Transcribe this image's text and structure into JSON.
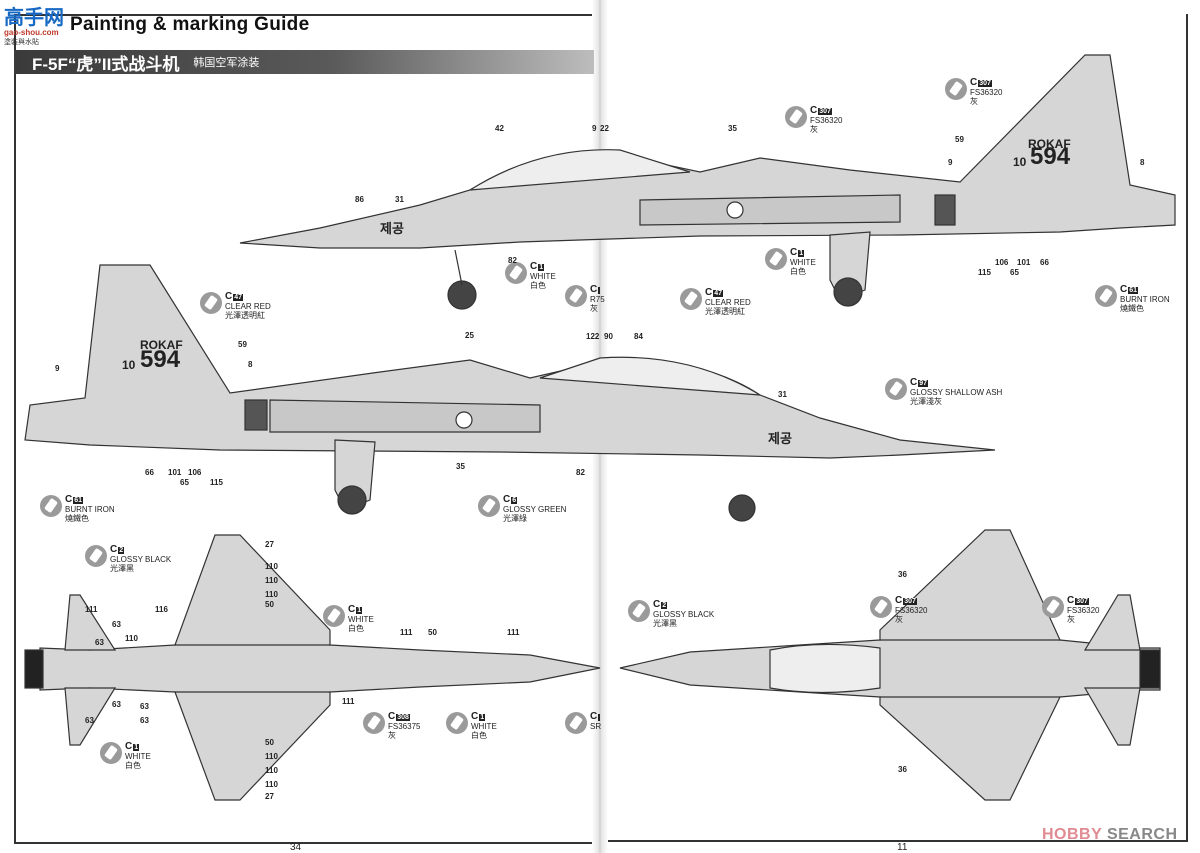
{
  "header": {
    "logo_text": "高手网",
    "logo_url": "gao-shou.com",
    "logo_sub": "塗裝與水貼",
    "title": "Painting & marking Guide",
    "banner_model": "F-5F“虎”II式战斗机",
    "banner_scheme": "韩国空军涂装"
  },
  "colors": {
    "banner": "#3a3a3a",
    "aircraft_fill": "#d6d6d6",
    "brush_icon": "#9a9a9a",
    "watermark_red": "#e08a92"
  },
  "markings": {
    "rokaf": "ROKAF",
    "serial_prefix": "10",
    "serial": "594",
    "nose_korean": "제공"
  },
  "paint_callouts": [
    {
      "code": "C",
      "num": "307",
      "name": "FS36320",
      "cn": "灰"
    },
    {
      "code": "C",
      "num": "307",
      "name": "FS36320",
      "cn": "灰"
    },
    {
      "code": "C",
      "num": "47",
      "name": "CLEAR RED",
      "cn": "光澤透明紅"
    },
    {
      "code": "C",
      "num": "1",
      "name": "WHITE",
      "cn": "白色"
    },
    {
      "code": "C",
      "num": "",
      "name": "R75",
      "cn": "灰"
    },
    {
      "code": "C",
      "num": "47",
      "name": "CLEAR RED",
      "cn": "光澤透明紅"
    },
    {
      "code": "C",
      "num": "1",
      "name": "WHITE",
      "cn": "白色"
    },
    {
      "code": "C",
      "num": "61",
      "name": "BURNT   IRON",
      "cn": "燒鐵色"
    },
    {
      "code": "C",
      "num": "97",
      "name": "GLOSSY SHALLOW ASH",
      "cn": "光澤淺灰"
    },
    {
      "code": "C",
      "num": "61",
      "name": "BURNT   IRON",
      "cn": "燒鐵色"
    },
    {
      "code": "C",
      "num": "6",
      "name": "GLOSSY GREEN",
      "cn": "光澤綠"
    },
    {
      "code": "C",
      "num": "2",
      "name": "GLOSSY BLACK",
      "cn": "光澤黑"
    },
    {
      "code": "C",
      "num": "1",
      "name": "WHITE",
      "cn": "白色"
    },
    {
      "code": "C",
      "num": "308",
      "name": "FS36375",
      "cn": "灰"
    },
    {
      "code": "C",
      "num": "1",
      "name": "WHITE",
      "cn": "白色"
    },
    {
      "code": "C",
      "num": "1",
      "name": "WHITE",
      "cn": "白色"
    },
    {
      "code": "C",
      "num": "",
      "name": "SR",
      "cn": ""
    },
    {
      "code": "C",
      "num": "2",
      "name": "GLOSSY BLACK",
      "cn": "光澤黑"
    },
    {
      "code": "C",
      "num": "307",
      "name": "FS36320",
      "cn": "灰"
    },
    {
      "code": "C",
      "num": "307",
      "name": "FS36320",
      "cn": "灰"
    }
  ],
  "part_numbers": [
    "42",
    "9",
    "22",
    "35",
    "86",
    "31",
    "82",
    "59",
    "9",
    "8",
    "106",
    "101",
    "65",
    "66",
    "115",
    "25",
    "122",
    "90",
    "84",
    "31",
    "59",
    "9",
    "8",
    "66",
    "101",
    "65",
    "106",
    "115",
    "35",
    "82",
    "27",
    "110",
    "110",
    "110",
    "50",
    "111",
    "116",
    "63",
    "110",
    "63",
    "111",
    "63",
    "63",
    "63",
    "111",
    "50",
    "111",
    "63",
    "50",
    "110",
    "110",
    "110",
    "27",
    "36",
    "36"
  ],
  "footer": {
    "page_left": "34",
    "page_right": "11",
    "watermark_brand": "HOBBY",
    "watermark_suffix": "SEARCH"
  }
}
